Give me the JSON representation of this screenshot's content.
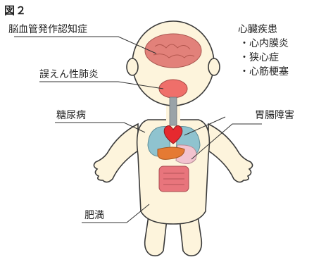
{
  "figure": {
    "title": "図２"
  },
  "labels": {
    "dementia": "脳血管発作認知症",
    "pneumonia": "誤えん性肺炎",
    "diabetes": "糖尿病",
    "obesity": "肥満",
    "heart_disease": "心臓疾患",
    "gastric_disorder": "胃腸障害"
  },
  "heart_list": [
    "・心内膜炎",
    "・狭心症",
    "・心筋梗塞"
  ],
  "colors": {
    "skin": "#fdf4dc",
    "outline": "#3a3a3a",
    "brain": "#e2817a",
    "mouth": "#ef6f6a",
    "lung": "#8fc3cf",
    "heart": "#e6292f",
    "liver": "#e57a33",
    "stomach": "#f2c3cf",
    "intestine": "#e8757c",
    "trachea": "#9aa3a8"
  },
  "icons": [
    "body-illustration-icon",
    "brain-icon",
    "heart-icon",
    "lungs-icon",
    "intestine-icon"
  ]
}
